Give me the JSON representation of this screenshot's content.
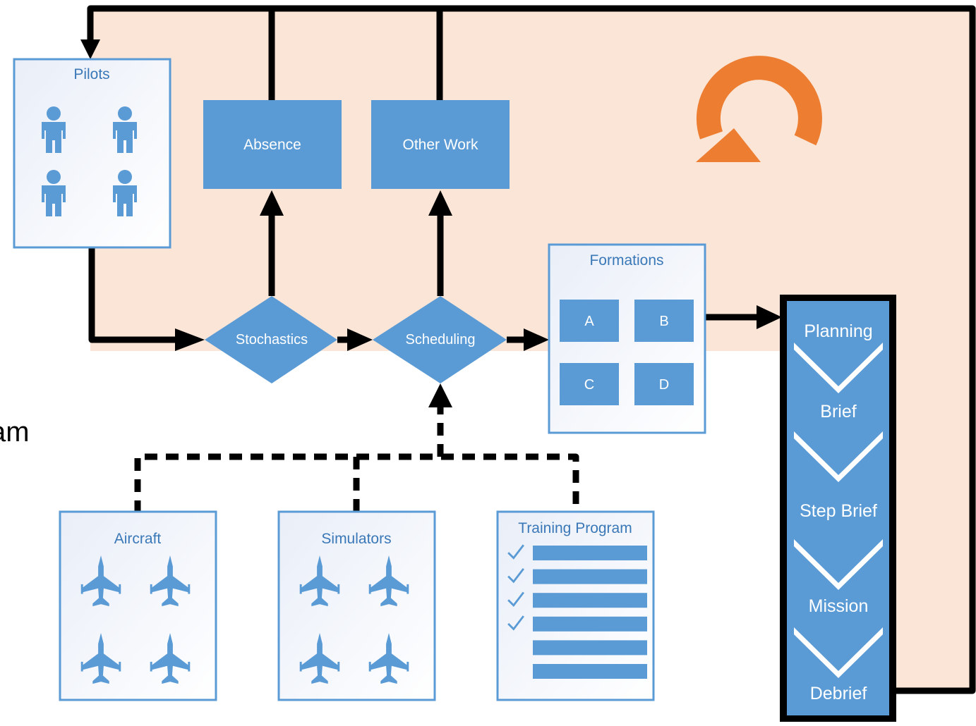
{
  "pilots": {
    "title": "Pilots"
  },
  "absence": {
    "label": "Absence"
  },
  "other_work": {
    "label": "Other Work"
  },
  "stochastics": {
    "label": "Stochastics"
  },
  "scheduling": {
    "label": "Scheduling"
  },
  "formations": {
    "title": "Formations",
    "cells": [
      "A",
      "B",
      "C",
      "D"
    ]
  },
  "aircraft": {
    "title": "Aircraft"
  },
  "simulators": {
    "title": "Simulators"
  },
  "training_program": {
    "title": "Training Program",
    "checked_items": 4,
    "total_items": 6
  },
  "mission_flow": {
    "steps": [
      "Planning",
      "Brief",
      "Step Brief",
      "Mission",
      "Debrief"
    ]
  },
  "left_fragment": {
    "text": "am"
  },
  "icons": {
    "pilot": "person-icon",
    "aircraft": "fighter-jet-icon",
    "check": "checkmark-icon",
    "cycle": "refresh-cycle-icon"
  },
  "colors": {
    "box_blue": "#5b9bd5",
    "border_blue": "#5b9bd5",
    "panel_peach": "#fbe5d6",
    "cycle_orange": "#ed7d31",
    "line_black": "#000000",
    "text_blue": "#3a78b8"
  }
}
